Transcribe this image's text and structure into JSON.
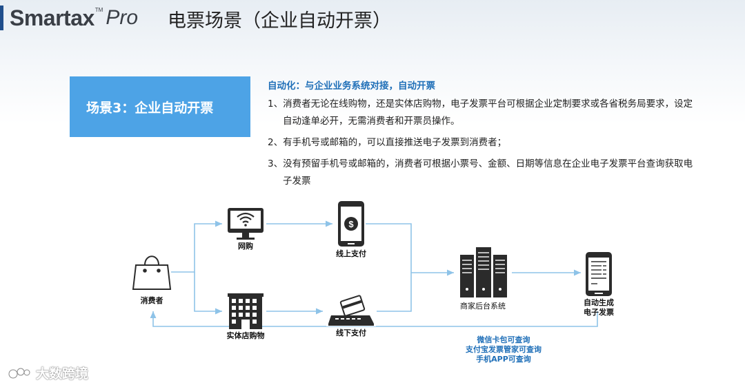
{
  "header": {
    "logo_main": "Smartax",
    "logo_tm": "TM",
    "logo_sub": "Pro",
    "title": "电票场景（企业自动开票）"
  },
  "scenario": {
    "label": "场景3：企业自动开票"
  },
  "description": {
    "heading": "自动化：与企业业务系统对接，自动开票",
    "items": [
      "1、消费者无论在线购物，还是实体店购物，电子发票平台可根据企业定制要求或各省税务局要求，设定自动逢单必开，无需消费者和开票员操作。",
      "2、有手机号或邮箱的，可以直接推送电子发票到消费者；",
      "3、没有预留手机号或邮箱的，消费者可根据小票号、金额、日期等信息在企业电子发票平台查询获取电子发票"
    ]
  },
  "flow": {
    "consumer": "消费者",
    "online_shop": "网购",
    "store_shop": "实体店购物",
    "online_pay": "线上支付",
    "offline_pay": "线下支付",
    "merchant_backend": "商家后台系统",
    "auto_invoice_line1": "自动生成",
    "auto_invoice_line2": "电子发票",
    "query_channels": [
      "微信卡包可查询",
      "支付宝发票管家可查询",
      "手机APP可查询"
    ]
  },
  "watermark": {
    "text": "大数跨境"
  },
  "colors": {
    "accent": "#1f4e8c",
    "scenario_box": "#4da3e6",
    "heading_blue": "#1f6fb8",
    "arrow": "#8ec3e8"
  }
}
